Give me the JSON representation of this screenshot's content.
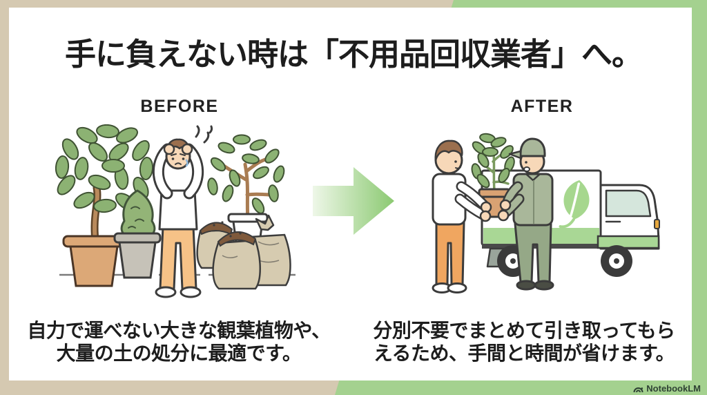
{
  "header": {
    "title": "手に負えない時は「不用品回収業者」へ。"
  },
  "before": {
    "label": "BEFORE",
    "caption": {
      "line1": "自力で運べない大きな観葉植物や、",
      "line2": "大量の土の処分に最適です。"
    },
    "illustration_alt": "distressed-man-with-large-houseplants-and-soil-bags"
  },
  "after": {
    "label": "AFTER",
    "caption": {
      "line1": "分別不要でまとめて引き取ってもら",
      "line2": "えるため、手間と時間が省けます。"
    },
    "illustration_alt": "man-handing-potted-plant-to-collection-worker-in-front-of-leaf-logo-truck"
  },
  "arrow": {
    "direction": "right"
  },
  "footer": {
    "brand": "NotebookLM",
    "logo_icon": "notebooklm-logo-icon"
  },
  "colors": {
    "frame_beige": "#d5c9b1",
    "frame_green": "#a4d18f",
    "card": "#ffffff",
    "text": "#1d1d1d",
    "arrow_start": "#eef7e8",
    "arrow_end": "#8bc971",
    "leaf_accent": "#a6d78e",
    "brand_text": "#2f4234"
  }
}
